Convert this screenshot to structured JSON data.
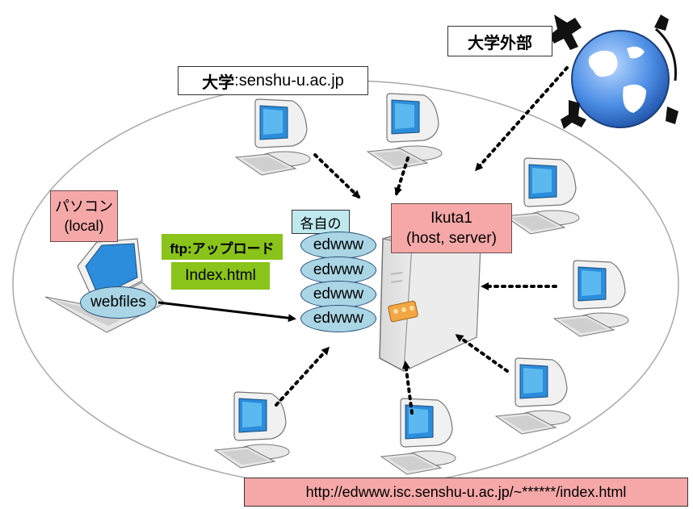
{
  "external_label": "大学外部",
  "university_label": "大学",
  "university_domain": ":senshu-u.ac.jp",
  "pc_label": {
    "line1": "パソコン",
    "line2": "(local)"
  },
  "webfiles_label": "webfiles",
  "ftp_label": "ftp:アップロード",
  "index_label": "Index.html",
  "each_label": "各自の",
  "edwww_items": [
    "edwww",
    "edwww",
    "edwww",
    "edwww"
  ],
  "server_label": {
    "line1": "Ikuta1",
    "line2": "(host, server)"
  },
  "url_label": "http://edwww.isc.senshu-u.ac.jp/~******/index.html",
  "colors": {
    "pink": "#f6a8a8",
    "green": "#8ac31a",
    "cyan": "#bfe9ef",
    "ellipse_fill": "#a9d5e4",
    "globe": "#3d7ad6"
  }
}
